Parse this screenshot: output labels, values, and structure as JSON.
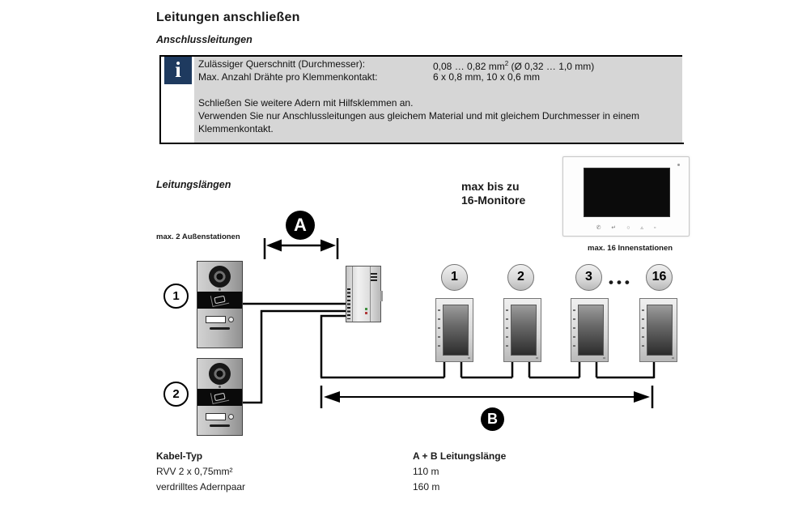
{
  "header": {
    "title": "Leitungen anschließen",
    "subtitle": "Anschlussleitungen"
  },
  "info_box": {
    "info_glyph": "i",
    "rows": [
      {
        "label": "Zulässiger Querschnitt (Durchmesser):",
        "value": "0,08 … 0,82 mm",
        "value_sup": "2",
        "value_tail": " (Ø 0,32 … 1,0 mm)"
      },
      {
        "label": "Max. Anzahl Drähte pro Klemmenkontakt:",
        "value": "6 x 0,8 mm, 10 x 0,6 mm"
      }
    ],
    "notes": [
      "Schließen Sie weitere Adern mit Hilfsklemmen an.",
      "Verwenden Sie nur Anschlussleitungen aus gleichem Material und mit gleichem Durchmesser in einem Klemmenkontakt."
    ]
  },
  "diagram": {
    "section_title": "Leitungslängen",
    "monitor_note_line1": "max bis zu",
    "monitor_note_line2": "16-Monitore",
    "outdoor_label": "max. 2 Außenstationen",
    "indoor_label": "max. 16 Innenstationen",
    "dim_a": "A",
    "dim_b": "B",
    "outdoor_stations": [
      "1",
      "2"
    ],
    "monitors": [
      "1",
      "2",
      "3",
      "16"
    ],
    "ellipsis": "•••",
    "product_touch_icons": "✆ ↵ ○ ▵ ▫"
  },
  "cable_table": {
    "headers": [
      "Kabel-Typ",
      "A + B Leitungslänge"
    ],
    "rows": [
      {
        "type": "RVV 2 x 0,75mm²",
        "length": "110 m"
      },
      {
        "type": "verdrilltes Adernpaar",
        "length": "160 m"
      }
    ]
  },
  "colors": {
    "info_icon_bg": "#1e3a5f",
    "info_panel_bg": "#d6d6d6",
    "line_color": "#000000"
  }
}
